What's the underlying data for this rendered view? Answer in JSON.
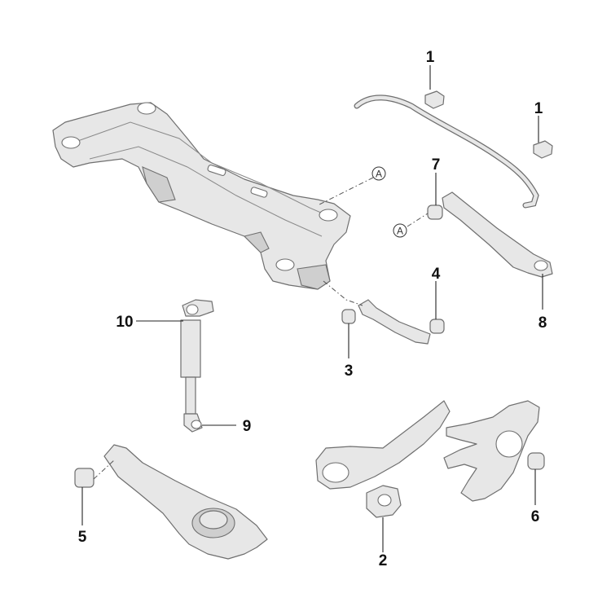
{
  "diagram": {
    "callouts": [
      {
        "id": "c1a",
        "label": "1"
      },
      {
        "id": "c1b",
        "label": "1"
      },
      {
        "id": "c2",
        "label": "2"
      },
      {
        "id": "c3",
        "label": "3"
      },
      {
        "id": "c4",
        "label": "4"
      },
      {
        "id": "c5",
        "label": "5"
      },
      {
        "id": "c6",
        "label": "6"
      },
      {
        "id": "c7",
        "label": "7"
      },
      {
        "id": "c8",
        "label": "8"
      },
      {
        "id": "c9",
        "label": "9"
      },
      {
        "id": "c10",
        "label": "10"
      }
    ],
    "reference_markers": [
      {
        "id": "ra",
        "label": "A"
      },
      {
        "id": "rb",
        "label": "A"
      }
    ]
  }
}
